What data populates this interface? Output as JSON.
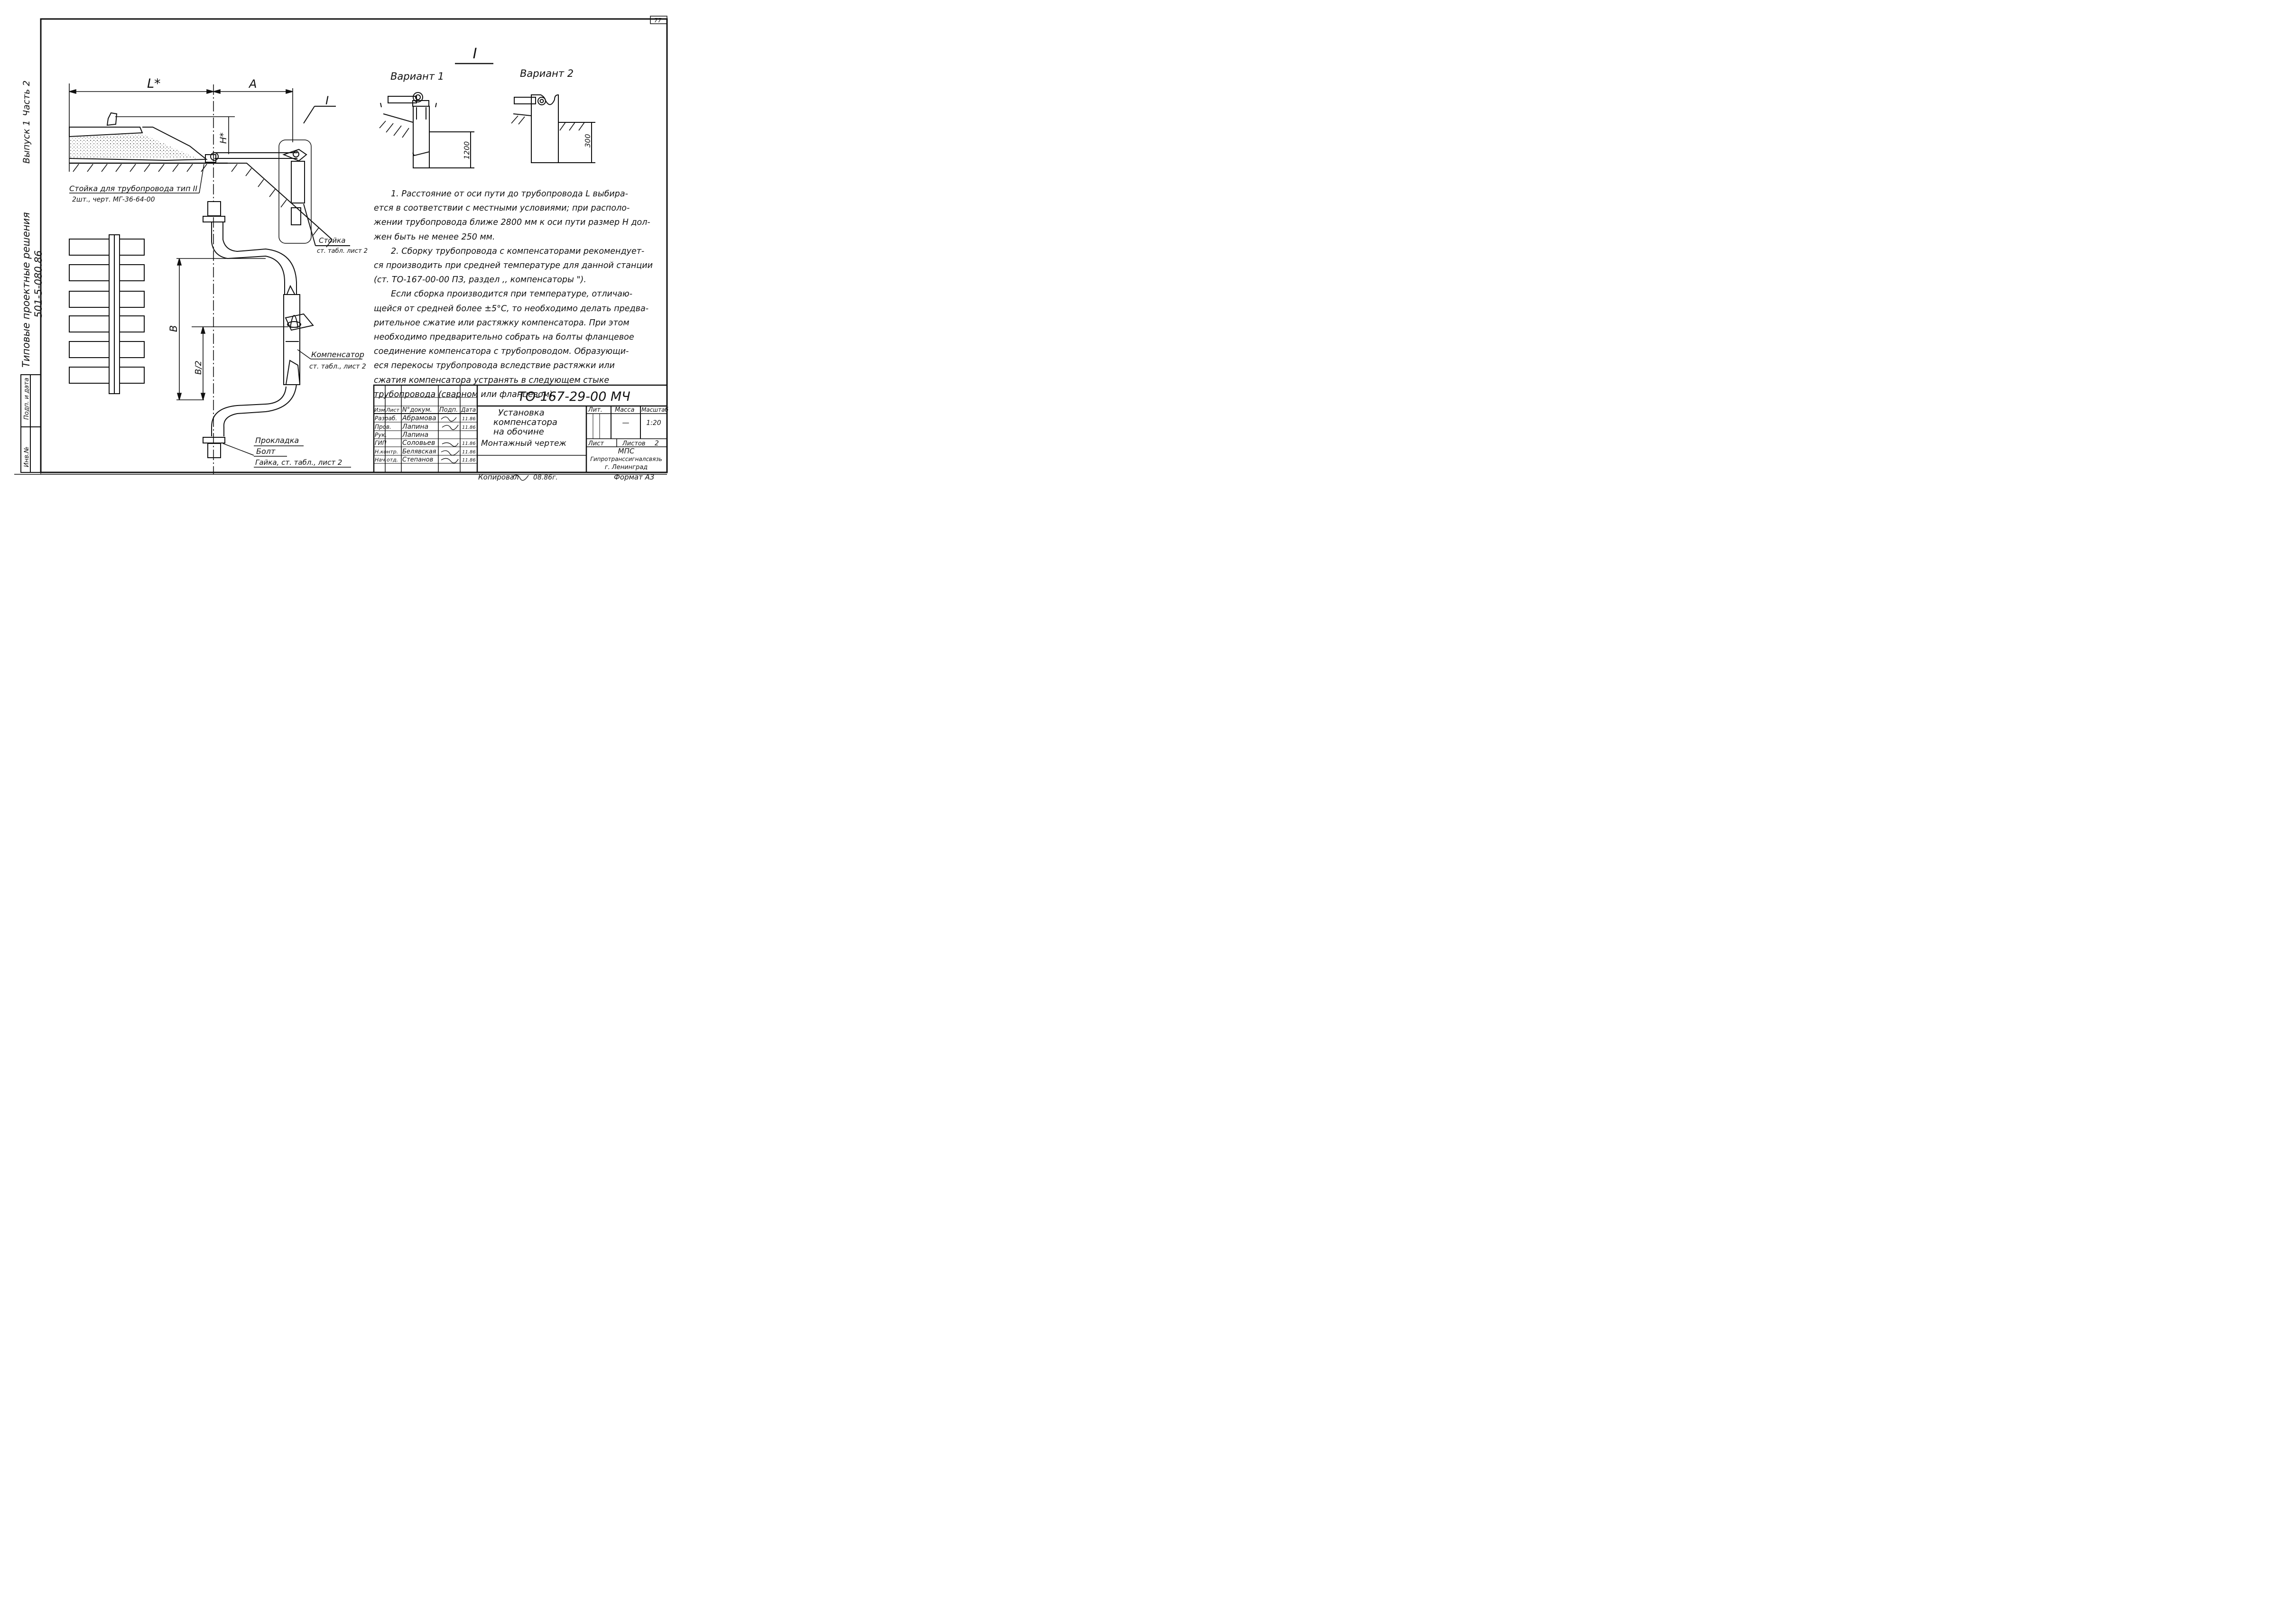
{
  "sheet": {
    "page_number": "77",
    "series": "Типовые проектные решения",
    "series_code": "501-5-080.86",
    "issue": "Выпуск 1",
    "part": "Часть 2",
    "copied_by": "Копировал",
    "copy_date": "08.86г.",
    "format": "Формат А3"
  },
  "left_margin_stamp": {
    "inv_no": "Инв.№",
    "sign_date": "Подп. и дата"
  },
  "drawing": {
    "section_mark": "I",
    "variant1_title": "Вариант 1",
    "variant2_title": "Вариант 2",
    "dim_L": "L*",
    "dim_A": "А",
    "dim_H": "Н*",
    "dim_B": "В",
    "dim_B_half": "В/2",
    "dim_1200": "1200",
    "dim_300": "300",
    "callout_post_label": "Стойка для трубопровода тип II",
    "callout_post_sub": "2шт., черт. МГ-36-64-00",
    "callout_stand": "Стойка",
    "callout_stand_ref": "ст. табл. лист 2",
    "callout_comp": "Компенсатор",
    "callout_comp_ref": "ст. табл., лист 2",
    "callout_gasket": "Прокладка",
    "callout_bolt": "Болт",
    "callout_nut": "Гайка, ст. табл., лист 2"
  },
  "notes": [
    "1. Расстояние от оси пути до трубопровода L выбира-",
    "ется в соответствии с местными условиями; при располо-",
    "жении трубопровода ближе 2800 мм к оси пути размер Н дол-",
    "жен быть не менее 250 мм.",
    "2. Сборку трубопровода с компенсаторами рекомендует-",
    "ся производить при средней температуре для данной станции",
    "(ст. ТО-167-00-00 ПЗ, раздел ,, компенсаторы \").",
    "Если сборка производится при температуре, отличаю-",
    "щейся от средней более ±5°С, то необходимо делать предва-",
    "рительное сжатие или растяжку компенсатора. При этом",
    "необходимо предварительно собрать на болты фланцевое",
    "соединение компенсатора с трубопроводом. Образующи-",
    "еся перекосы трубопровода вследствие растяжки или",
    "сжатия компенсатора устранять в следующем стыке",
    "трубопровода (сварном или фланцевом)."
  ],
  "title_block": {
    "doc_code": "ТО-167-29-00 МЧ",
    "title": [
      "Установка",
      "компенсатора",
      "на обочине"
    ],
    "subtitle": "Монтажный чертеж",
    "headers": {
      "izm": "Изм.",
      "list": "Лист",
      "ndoc": "N°докум.",
      "podp": "Подп.",
      "date": "Дата"
    },
    "staff": [
      {
        "role": "Разраб.",
        "name": "Абрамова",
        "date": "11.86"
      },
      {
        "role": "Пров.",
        "name": "Лапина",
        "date": "11.86"
      },
      {
        "role": "Рук.",
        "name": "Лапина",
        "date": ""
      },
      {
        "role": "ГИП",
        "name": "Соловьев",
        "date": "11.86"
      },
      {
        "role": "Н.контр.",
        "name": "Белявская",
        "date": "11.86"
      },
      {
        "role": "Нач.отд.",
        "name": "Степанов",
        "date": "11.86"
      }
    ],
    "stage_label": "Лит.",
    "mass_label": "Масса",
    "scale_label": "Масштаб",
    "mass_value": "—",
    "scale_value": "1:20",
    "sheet_label": "Лист",
    "sheets_label": "Листов",
    "sheets_value": "2",
    "org": "МПС",
    "org_dept": "Гипротранссигналсвязь",
    "org_city": "г. Ленинград"
  }
}
